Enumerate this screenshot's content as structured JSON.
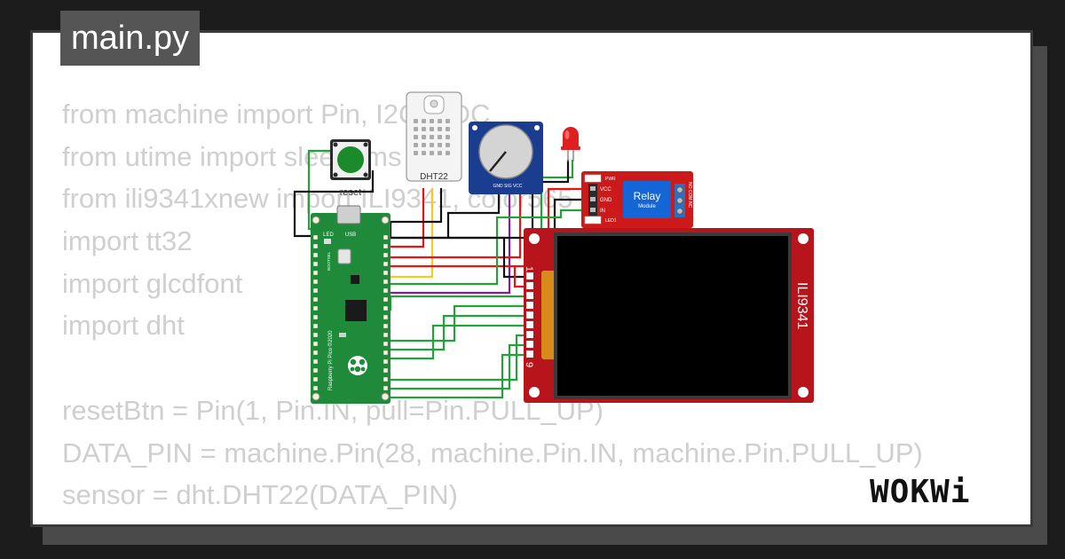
{
  "file_tab": {
    "label": "main.py"
  },
  "code_lines": [
    "from machine import Pin, I2C, ADC",
    "from utime import sleep_ms",
    "from ili9341xnew import ILI9341, color565",
    "import tt32",
    "import glcdfont",
    "import dht",
    "",
    "resetBtn = Pin(1, Pin.IN, pull=Pin.PULL_UP)",
    "DATA_PIN = machine.Pin(28, machine.Pin.IN, machine.Pin.PULL_UP)",
    "sensor = dht.DHT22(DATA_PIN)"
  ],
  "circuit": {
    "pushbutton": {
      "label": "reset",
      "cap_color": "#1a8a2a"
    },
    "dht22": {
      "label": "DHT22"
    },
    "potentiometer": {
      "pins_label": "GND SIG VCC"
    },
    "led": {
      "color": "#e02020"
    },
    "relay": {
      "title": "Relay",
      "subtitle": "Module",
      "pin_vcc": "VCC",
      "pin_gnd": "GND",
      "pin_in": "IN",
      "pwr_label": "PWR",
      "led_label": "LED1",
      "terminal_label": "NO COM NC",
      "board_color": "#cc1a1a"
    },
    "pico": {
      "label": "Raspberry Pi Pico ©2020",
      "usb_label": "USB",
      "led_label": "LED",
      "bootsel_label": "BOOTSEL",
      "board_color": "#1e8a3a"
    },
    "display": {
      "label": "ILI9341",
      "pin_first": "1",
      "pin_last": "9",
      "board_color": "#b8141c"
    },
    "wire_colors": {
      "green": "#23a23a",
      "black": "#111111",
      "red": "#ee1111",
      "yellow": "#f2cc22",
      "purple": "#8a1a9a"
    }
  },
  "brand": {
    "name": "WOKWi"
  }
}
